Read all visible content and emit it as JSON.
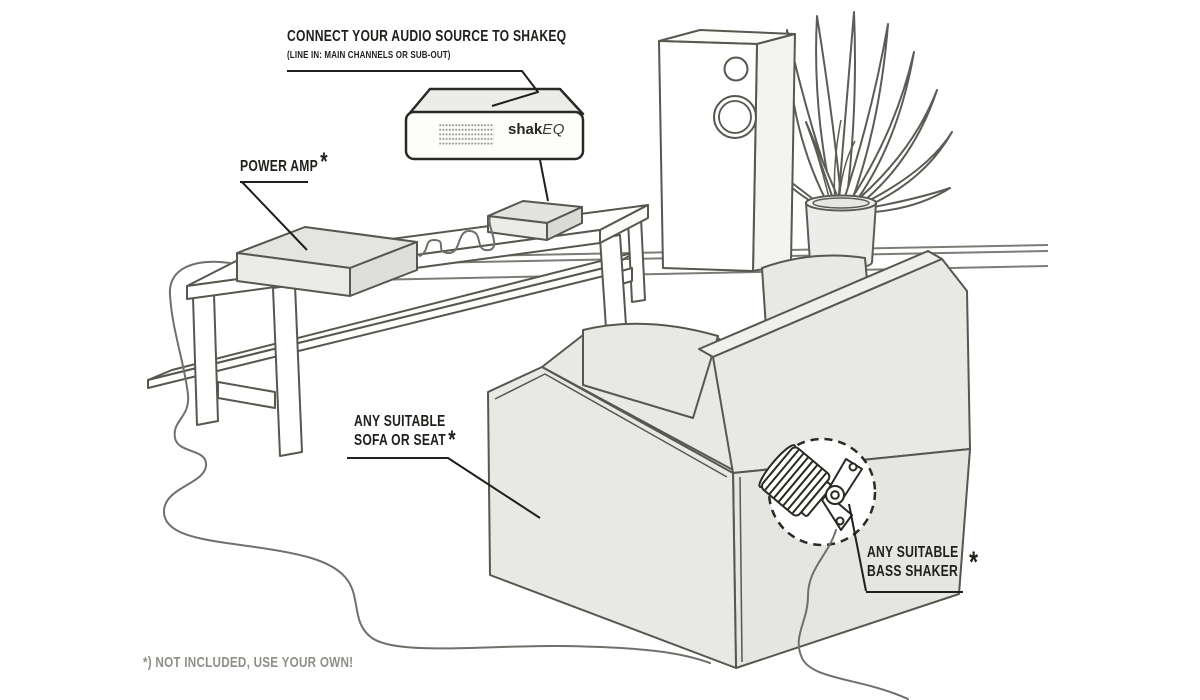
{
  "annotations": {
    "source_label": {
      "title": "CONNECT YOUR AUDIO SOURCE TO SHAKEQ",
      "subtitle": "(LINE IN: MAIN CHANNELS OR SUB-OUT)"
    },
    "power_amp_label": {
      "text": "POWER AMP",
      "asterisk": "*"
    },
    "sofa_label": {
      "line1": "ANY SUITABLE",
      "line2": "SOFA OR SEAT",
      "asterisk": "*"
    },
    "bass_shaker_label": {
      "line1": "ANY SUITABLE",
      "line2": "BASS SHAKER",
      "asterisk": "*"
    },
    "footnote": "*) NOT INCLUDED, USE YOUR OWN!"
  },
  "device": {
    "brand_prefix": "shak",
    "brand_suffix": "EQ"
  },
  "colors": {
    "ink": "#1f1f1c",
    "outline": "#57574f",
    "device_outline": "#2a2a24",
    "fill_light": "#e8e8e5",
    "fill_lighter": "#efefec",
    "cable": "#70706a",
    "vent_dots": "#9a9a94",
    "footnote_gray": "#8f8f88",
    "background": "#ffffff"
  }
}
